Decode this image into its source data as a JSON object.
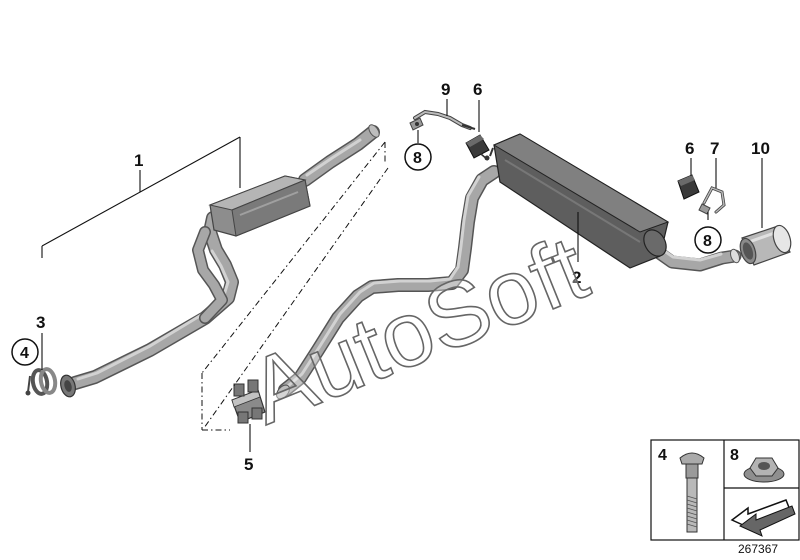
{
  "callouts": {
    "part_1": "1",
    "part_2": "2",
    "part_3": "3",
    "part_4": "4",
    "part_5": "5",
    "part_6a": "6",
    "part_6b": "6",
    "part_7": "7",
    "part_8a": "8",
    "part_8b": "8",
    "part_9": "9",
    "part_10": "10"
  },
  "watermark": "AutoSoft",
  "legend": {
    "bolt_label": "4",
    "nut_label": "8"
  },
  "diagram_number": "267367",
  "icons": {
    "bolt": "hex-bolt-icon",
    "nut": "flange-nut-icon",
    "direction": "direction-arrow-icon"
  },
  "colors": {
    "pipe": "#a7a7a7",
    "muffler": "#6f6f6f",
    "outline": "#111111"
  }
}
